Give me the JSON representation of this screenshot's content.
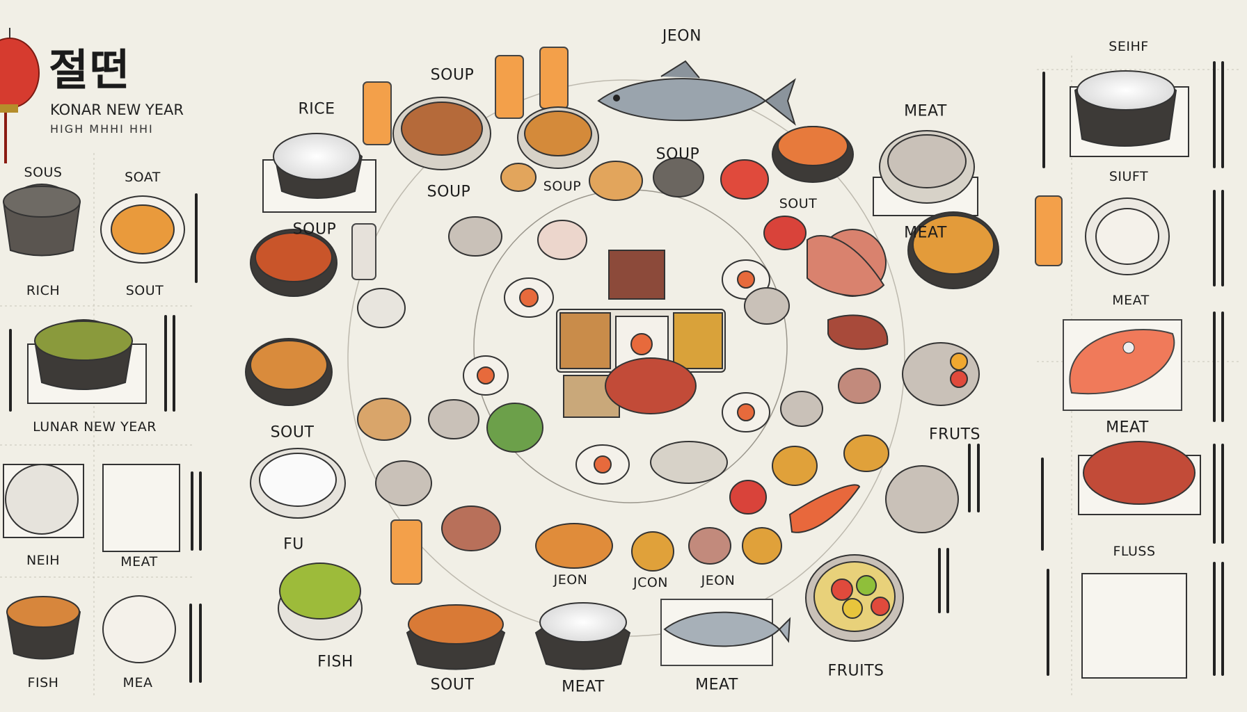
{
  "header": {
    "title_hangul": "절떤",
    "subtitle": "KONAR NEW YEAR",
    "subtitle_small": "HIGH MHHI HHI"
  },
  "labels": {
    "rice": "RICE",
    "soup_top": "SOUP",
    "jeon_top": "JEON",
    "soup_fish": "SOUP",
    "meat_top": "MEAT",
    "soup_left": "SOUP",
    "soup_left2": "SOUP",
    "soup_inner": "SOUP",
    "sout_right": "SOUT",
    "meat_right": "MEAT",
    "sout_left": "SOUT",
    "fruts": "FRUTS",
    "fu": "FU",
    "fish_bottom": "FISH",
    "sout_bottom": "SOUT",
    "meat_bottom1": "MEAT",
    "meat_bottom2": "MEAT",
    "jeon_b1": "JEON",
    "jeon_b2": "JCON",
    "jeon_b3": "JEON",
    "fruits_bottom": "FRUITS"
  },
  "left_panel": {
    "sous": "SOUS",
    "soat": "SOAT",
    "rich": "RICH",
    "sout": "SOUT",
    "lunar": "LUNAR NEW YEAR",
    "neih": "NEIH",
    "meat": "MEAT",
    "fish": "FISH",
    "mea": "MEA"
  },
  "right_panel": {
    "seihf": "SEIHF",
    "siuft": "SIUFT",
    "meat1": "MEAT",
    "meat2": "MEAT",
    "fluss": "FLUSS"
  }
}
